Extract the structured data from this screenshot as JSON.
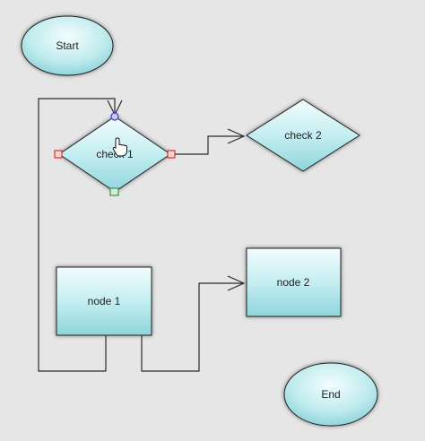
{
  "nodes": {
    "start": {
      "label": "Start"
    },
    "check1": {
      "label": "check 1"
    },
    "check2": {
      "label": "check 2"
    },
    "node1": {
      "label": "node 1"
    },
    "node2": {
      "label": "node 2"
    },
    "end": {
      "label": "End"
    }
  },
  "colors": {
    "background": "#e6e6e6",
    "node_fill_top": "#eefafb",
    "node_fill_bottom": "#9fdbe0",
    "node_stroke": "#222222",
    "connector": "#2b2b2b",
    "port_left": "#d9342b",
    "port_right": "#d9342b",
    "port_top": "#3b3bd9",
    "port_bottom": "#3a9a3a"
  },
  "icons": {
    "cursor": "hand-pointer-icon"
  }
}
